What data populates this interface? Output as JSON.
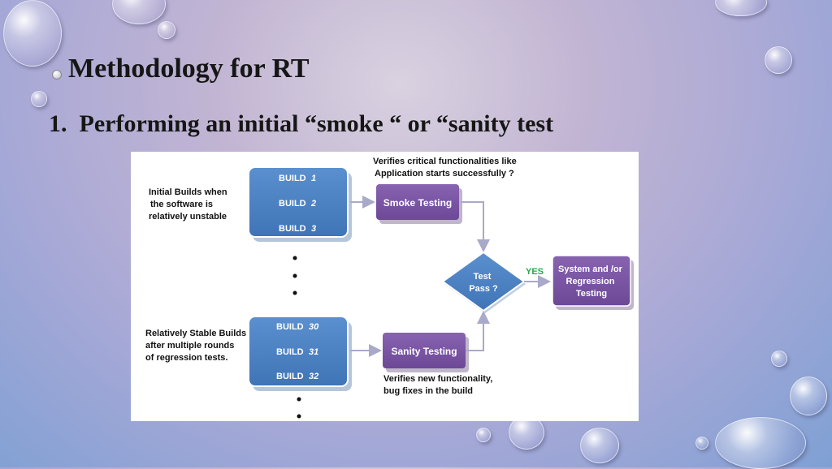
{
  "slide": {
    "title": "Methodology for RT",
    "subtitle": "1.  Performing an initial “smoke “ or “sanity test"
  },
  "diagram": {
    "top_group_note": [
      "Initial Builds when",
      "the software is",
      "relatively unstable"
    ],
    "top_builds": [
      {
        "label": "BUILD",
        "number": "1"
      },
      {
        "label": "BUILD",
        "number": "2"
      },
      {
        "label": "BUILD",
        "number": "3"
      }
    ],
    "bottom_group_note": [
      "Relatively Stable Builds",
      "after multiple rounds",
      "of regression tests."
    ],
    "bottom_builds": [
      {
        "label": "BUILD",
        "number": "30"
      },
      {
        "label": "BUILD",
        "number": "31"
      },
      {
        "label": "BUILD",
        "number": "32"
      }
    ],
    "smoke_box": "Smoke Testing",
    "smoke_note": [
      "Verifies critical functionalities like",
      "Application starts successfully ?"
    ],
    "sanity_box": "Sanity Testing",
    "sanity_note": [
      "Verifies new functionality,",
      "bug fixes in the build"
    ],
    "decision": [
      "Test",
      "Pass ?"
    ],
    "yes_label": "YES",
    "result_box": [
      "System and /or",
      "Regression",
      "Testing"
    ],
    "colors": {
      "build_blue": "#4a7fbf",
      "process_purple": "#7a55a3",
      "decision_blue": "#4a7fbf",
      "yes_green": "#2aa84a",
      "arrow_gray": "#a9a9c9"
    }
  }
}
